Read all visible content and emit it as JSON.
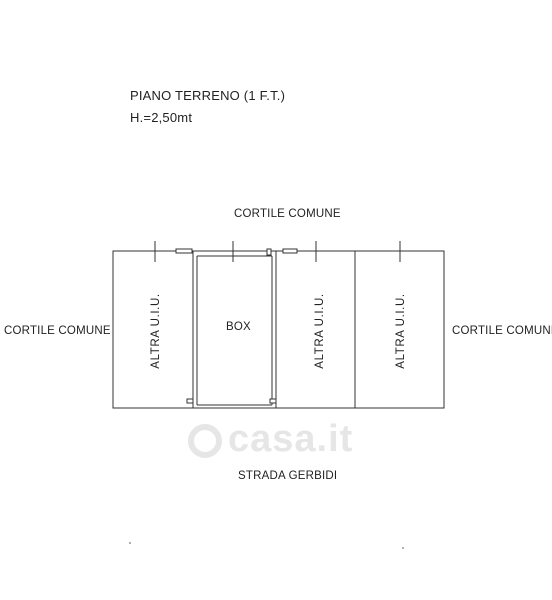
{
  "header": {
    "title": "PIANO TERRENO (1 F.T.)",
    "height": "H.=2,50mt"
  },
  "labels": {
    "top": "CORTILE COMUNE",
    "left": "CORTILE COMUNE",
    "right": "CORTILE COMUNE",
    "bottom": "STRADA GERBIDI"
  },
  "units": {
    "unit1": "ALTRA U.I.U.",
    "box": "BOX",
    "unit3": "ALTRA U.I.U.",
    "unit4": "ALTRA U.I.U."
  },
  "watermark": "casa.it"
}
